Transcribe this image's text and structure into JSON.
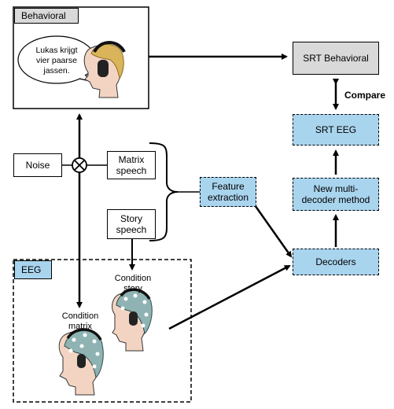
{
  "behavioral": {
    "tag": "Behavioral",
    "speech_line1": "Lukas krijgt",
    "speech_line2": "vier paarse",
    "speech_line3": "jassen."
  },
  "srt_behavioral": "SRT Behavioral",
  "compare": "Compare",
  "srt_eeg": "SRT EEG",
  "multi_decoder": {
    "line1": "New multi-",
    "line2": "decoder method"
  },
  "decoders": "Decoders",
  "feature_extraction": {
    "line1": "Feature",
    "line2": "extraction"
  },
  "noise": "Noise",
  "matrix_speech": {
    "line1": "Matrix",
    "line2": "speech"
  },
  "story_speech": {
    "line1": "Story",
    "line2": "speech"
  },
  "eeg": {
    "tag": "EEG",
    "condition_story": {
      "line1": "Condition",
      "line2": "story"
    },
    "condition_matrix": {
      "line1": "Condition",
      "line2": "matrix"
    }
  },
  "colors": {
    "accent_blue": "#a9d4ee",
    "tag_grey": "#d9d9d9",
    "hair": "#d9b45a",
    "skin": "#f3d4c2",
    "cap": "#8fb3b3"
  }
}
